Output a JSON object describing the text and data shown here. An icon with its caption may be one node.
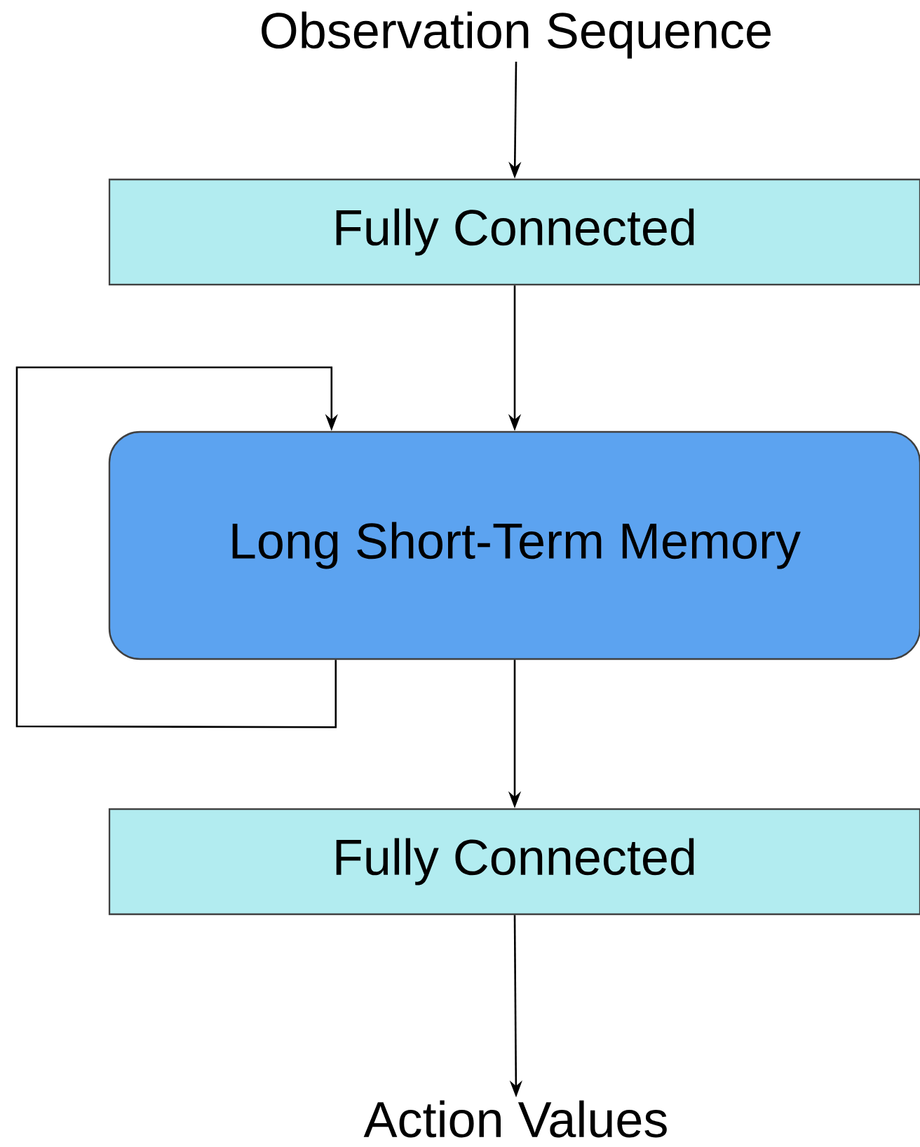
{
  "diagram": {
    "nodes": [
      {
        "text": [
          "Observation Sequence"
        ]
      },
      {
        "text": [
          "Fully Connected"
        ]
      },
      {
        "text": [
          "Long Short-Term Memory"
        ]
      },
      {
        "text": [
          "Fully Connected"
        ]
      },
      {
        "text": [
          "Action Values"
        ]
      }
    ],
    "edges": [
      {
        "from": 0,
        "to": 1,
        "arrow": "to"
      },
      {
        "from": 1,
        "to": 2,
        "arrow": "to"
      },
      {
        "from": 2,
        "to": 2,
        "arrow": "to"
      },
      {
        "from": 2,
        "to": 3,
        "arrow": "to"
      },
      {
        "from": 3,
        "to": 4,
        "arrow": "to"
      }
    ]
  }
}
